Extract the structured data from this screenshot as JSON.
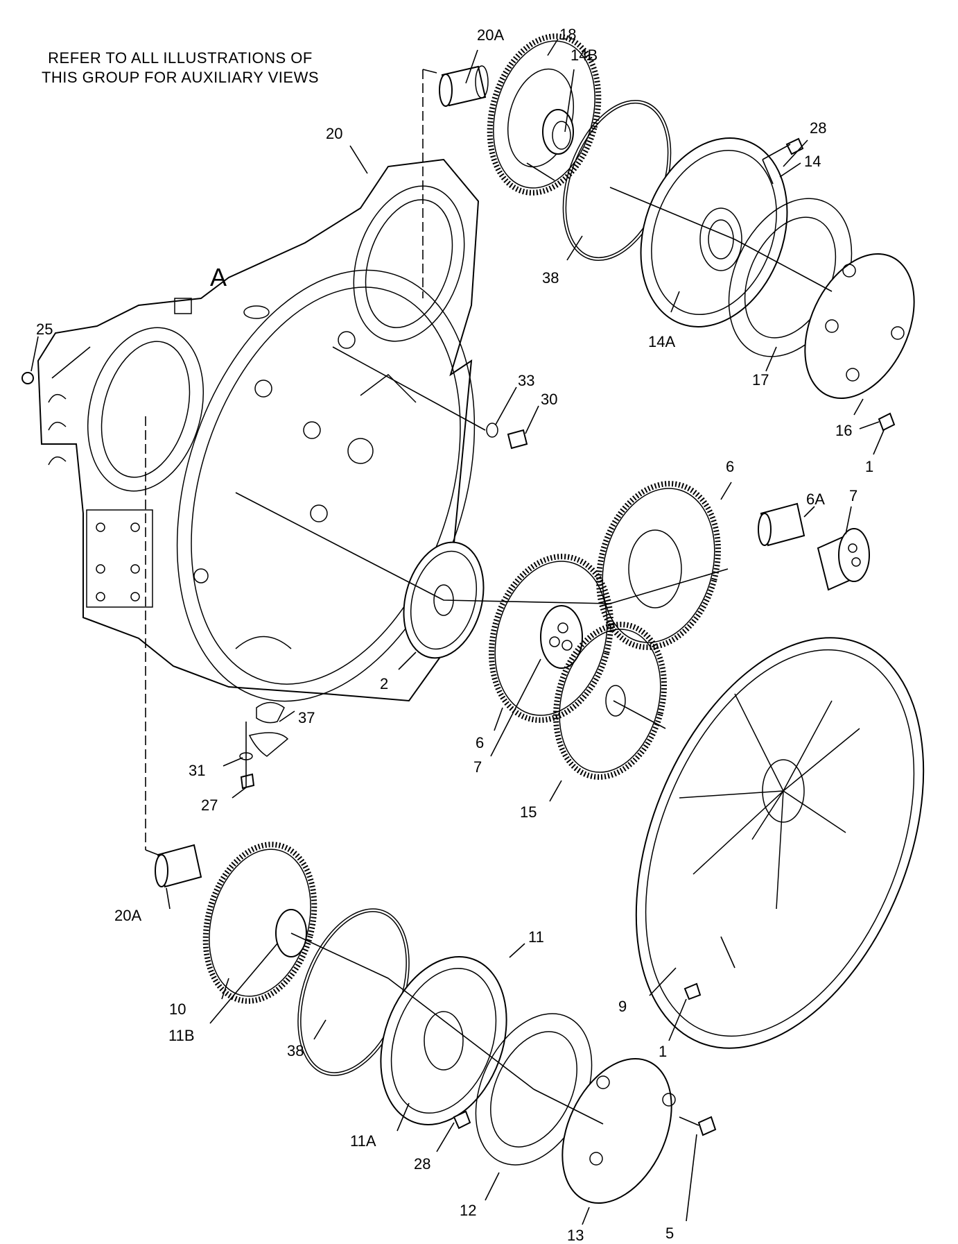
{
  "note": {
    "line1": "REFER TO ALL ILLUSTRATIONS OF",
    "line2": "THIS GROUP FOR AUXILIARY VIEWS"
  },
  "view_label": "A",
  "callouts": {
    "c20A_top": "20A",
    "c18": "18",
    "c14B": "14B",
    "c28_top": "28",
    "c14": "14",
    "c20": "20",
    "c38_top": "38",
    "c14A": "14A",
    "c17": "17",
    "c16": "16",
    "c1_top": "1",
    "c25": "25",
    "c33": "33",
    "c30": "30",
    "c6_top": "6",
    "c6A": "6A",
    "c7_right": "7",
    "c2": "2",
    "c6_mid": "6",
    "c7_mid": "7",
    "c15": "15",
    "c37": "37",
    "c31": "31",
    "c27": "27",
    "c20A_bottom": "20A",
    "c10": "10",
    "c11B": "11B",
    "c38_bottom": "38",
    "c11": "11",
    "c9": "9",
    "c1_bottom": "1",
    "c11A": "11A",
    "c28_bottom": "28",
    "c12": "12",
    "c13": "13",
    "c5": "5"
  }
}
